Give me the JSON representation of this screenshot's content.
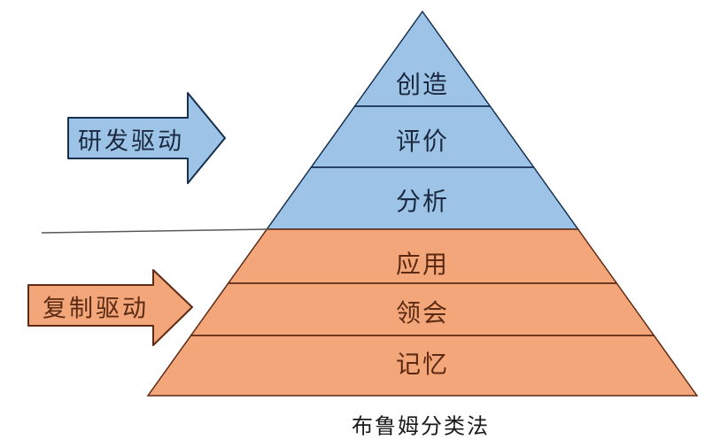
{
  "diagram": {
    "caption": "布鲁姆分类法",
    "pyramid": {
      "levels": [
        {
          "label": "创造",
          "group": "blue",
          "rank": 6
        },
        {
          "label": "评价",
          "group": "blue",
          "rank": 5
        },
        {
          "label": "分析",
          "group": "blue",
          "rank": 4
        },
        {
          "label": "应用",
          "group": "orange",
          "rank": 3
        },
        {
          "label": "领会",
          "group": "orange",
          "rank": 2
        },
        {
          "label": "记忆",
          "group": "orange",
          "rank": 1
        }
      ]
    },
    "arrows": [
      {
        "label": "研发驱动",
        "group": "blue",
        "icon": "right-arrow-icon"
      },
      {
        "label": "复制驱动",
        "group": "orange",
        "icon": "right-arrow-icon"
      }
    ],
    "colors": {
      "blue_fill": "#9dc3e6",
      "blue_border": "#17304f",
      "orange_fill": "#f2a679",
      "orange_border": "#5e2a14",
      "separator": "#595959"
    }
  }
}
